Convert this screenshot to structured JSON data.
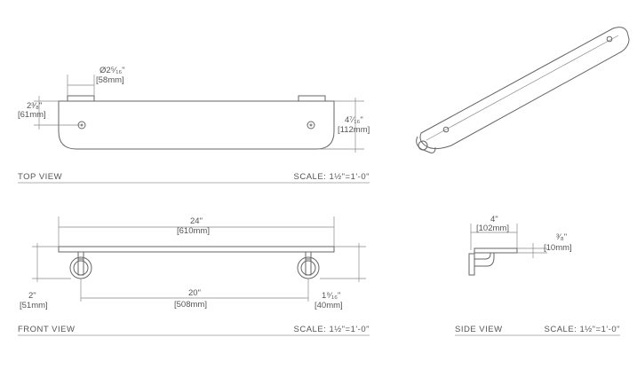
{
  "top_view": {
    "label": "TOP VIEW",
    "scale": "SCALE: 1½\"=1'-0\"",
    "dim_diameter": "Ø2⁵⁄₁₆\"",
    "dim_diameter_mm": "[58mm]",
    "dim_left_h": "2³⁄₈\"",
    "dim_left_h_mm": "[61mm]",
    "dim_right_h": "4⁷⁄₁₆\"",
    "dim_right_h_mm": "[112mm]"
  },
  "front_view": {
    "label": "FRONT VIEW",
    "scale": "SCALE: 1½\"=1'-0\"",
    "dim_length": "24\"",
    "dim_length_mm": "[610mm]",
    "dim_spacing": "20\"",
    "dim_spacing_mm": "[508mm]",
    "dim_drop": "2\"",
    "dim_drop_mm": "[51mm]",
    "dim_bracket": "1⁹⁄₁₆\"",
    "dim_bracket_mm": "[40mm]"
  },
  "side_view": {
    "label": "SIDE VIEW",
    "scale": "SCALE: 1½\"=1'-0\"",
    "dim_depth": "4\"",
    "dim_depth_mm": "[102mm]",
    "dim_thickness": "³⁄₈\"",
    "dim_thickness_mm": "[10mm]"
  }
}
